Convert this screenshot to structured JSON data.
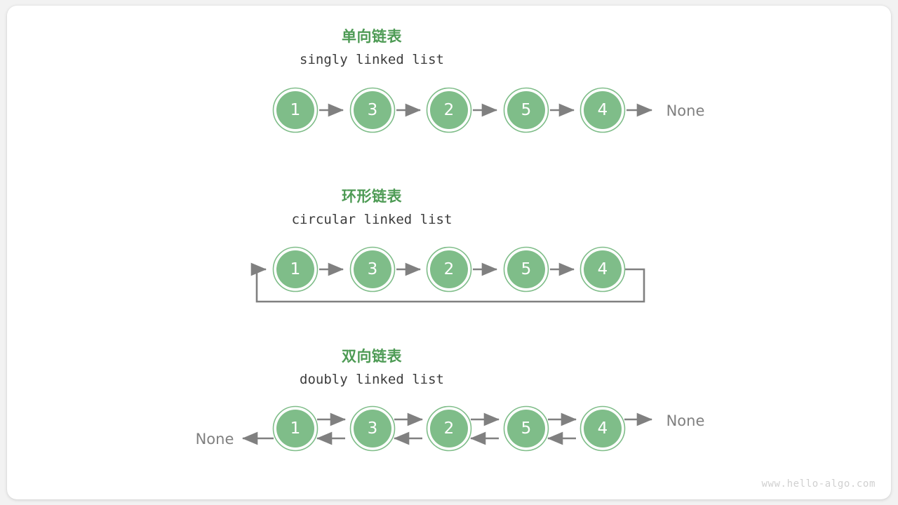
{
  "figure": {
    "background_color": "#f2f2f2",
    "card_color": "#ffffff",
    "node_fill": "#7fbd89",
    "node_ring": "#7fbd89",
    "arrow_color": "#808080",
    "title_color": "#4e9b55",
    "subtitle_color": "#3c3c3c",
    "none_color": "#808080",
    "watermark": "www.hello-algo.com"
  },
  "sections": [
    {
      "id": "singly",
      "title_cn": "单向链表",
      "title_en": "singly linked list",
      "nodes": [
        "1",
        "3",
        "2",
        "5",
        "4"
      ],
      "tail_terminator": "None",
      "head_terminator": null
    },
    {
      "id": "circular",
      "title_cn": "环形链表",
      "title_en": "circular linked list",
      "nodes": [
        "1",
        "3",
        "2",
        "5",
        "4"
      ],
      "tail_terminator": null,
      "head_terminator": null
    },
    {
      "id": "doubly",
      "title_cn": "双向链表",
      "title_en": "doubly linked list",
      "nodes": [
        "1",
        "3",
        "2",
        "5",
        "4"
      ],
      "tail_terminator": "None",
      "head_terminator": "None"
    }
  ]
}
